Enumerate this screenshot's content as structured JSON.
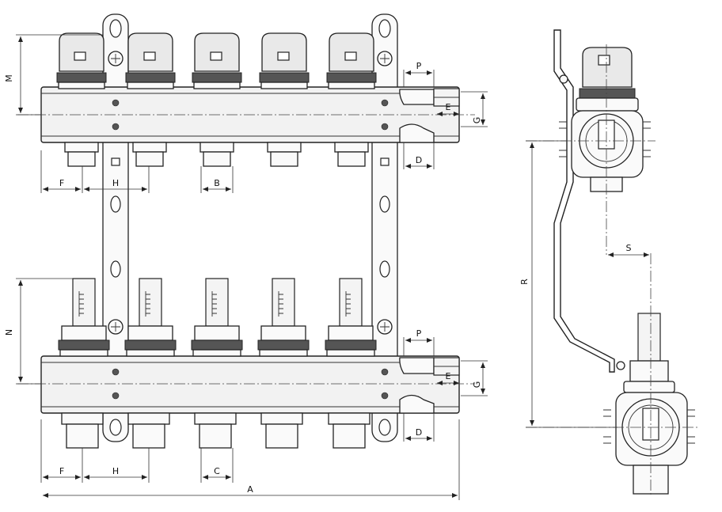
{
  "labels": {
    "M": "M",
    "N": "N",
    "P_top": "P",
    "P_bottom": "P",
    "E_top": "E",
    "E_bottom": "E",
    "G_top": "G",
    "G_bottom": "G",
    "D_top": "D",
    "D_bottom": "D",
    "F_top": "F",
    "F_bottom": "F",
    "H_top": "H",
    "H_bottom": "H",
    "B": "B",
    "C": "C",
    "A": "A",
    "R": "R",
    "S": "S"
  }
}
